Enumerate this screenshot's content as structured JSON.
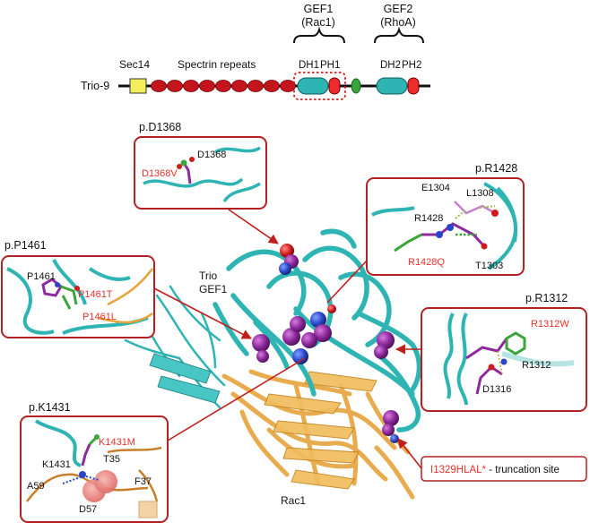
{
  "domain_header": {
    "gef1_title": "GEF1",
    "gef1_sub": "(Rac1)",
    "gef2_title": "GEF2",
    "gef2_sub": "(RhoA)",
    "protein_name": "Trio-9",
    "sec14": "Sec14",
    "spectrin": "Spectrin repeats",
    "dh1": "DH1",
    "ph1": "PH1",
    "dh2": "DH2",
    "ph2": "PH2"
  },
  "structure_labels": {
    "trio": "Trio",
    "gef1": "GEF1",
    "rac1": "Rac1"
  },
  "panels": {
    "d1368": {
      "title": "p.D1368",
      "wt": "D1368",
      "mut": "D1368V"
    },
    "r1428": {
      "title": "p.R1428",
      "e1304": "E1304",
      "l1308": "L1308",
      "r1428": "R1428",
      "mut": "R1428Q",
      "t1303": "T1303"
    },
    "p1461": {
      "title": "p.P1461",
      "wt": "P1461",
      "mut1": "P1461T",
      "mut2": "P1461L"
    },
    "r1312": {
      "title": "p.R1312",
      "mut": "R1312W",
      "wt": "R1312",
      "d1316": "D1316"
    },
    "k1431": {
      "title": "p.K1431",
      "mut": "K1431M",
      "wt": "K1431",
      "t35": "T35",
      "a59": "A59",
      "f37": "F37",
      "d57": "D57"
    },
    "trunc": {
      "red": "I1329HLAL*",
      "black": " - truncation site"
    }
  },
  "colors": {
    "frame": "#b22222",
    "label_red": "#e8322b",
    "cyan": "#2fb4b4",
    "orange": "#e6a33a",
    "purple": "#8e2a9e",
    "sec14": "#f2ef5a",
    "spectrin": "#c4141c",
    "green": "#3aa63a"
  }
}
